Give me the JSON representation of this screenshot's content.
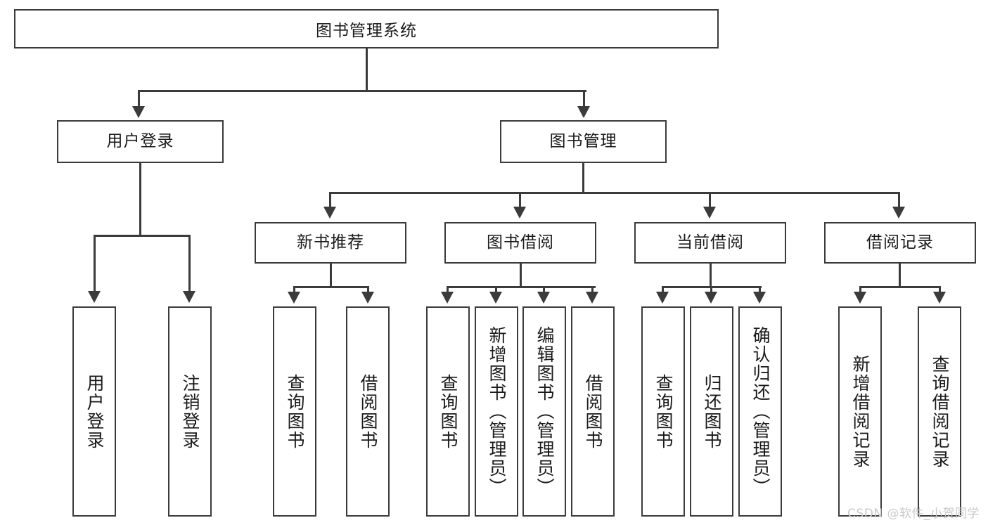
{
  "diagram": {
    "title": "图书管理系统",
    "type": "tree-hierarchy-diagram",
    "root": {
      "label": "图书管理系统"
    },
    "level2": [
      {
        "label": "用户登录"
      },
      {
        "label": "图书管理"
      }
    ],
    "level3": [
      {
        "label": "新书推荐"
      },
      {
        "label": "图书借阅"
      },
      {
        "label": "当前借阅"
      },
      {
        "label": "借阅记录"
      }
    ],
    "leaves": {
      "user_login": [
        {
          "label": "用户登录"
        },
        {
          "label": "注销登录"
        }
      ],
      "new_book_recommend": [
        {
          "label": "查询图书"
        },
        {
          "label": "借阅图书"
        }
      ],
      "book_borrow": [
        {
          "label": "查询图书"
        },
        {
          "label": "新增图书（管理员）"
        },
        {
          "label": "编辑图书（管理员）"
        },
        {
          "label": "借阅图书"
        }
      ],
      "current_borrow": [
        {
          "label": "查询图书"
        },
        {
          "label": "归还图书"
        },
        {
          "label": "确认归还（管理员）"
        }
      ],
      "borrow_record": [
        {
          "label": "新增借阅记录"
        },
        {
          "label": "查询借阅记录"
        }
      ]
    }
  },
  "watermark": {
    "text": "CSDN @软件_小贺同学"
  },
  "colors": {
    "stroke": "#3b3b3b",
    "text": "#1a1a1a",
    "background": "#ffffff",
    "watermark": "#c9c9c9"
  }
}
